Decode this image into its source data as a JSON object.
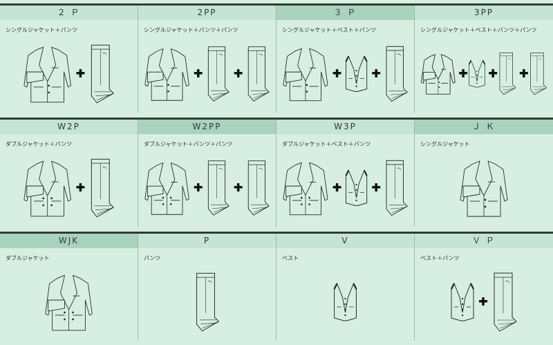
{
  "rows": [
    {
      "cells": [
        {
          "code": "２ Ｐ",
          "desc": "シングルジャケット＋パンツ",
          "items": [
            "jacket-single",
            "plus",
            "pants"
          ]
        },
        {
          "code": "2PP",
          "desc": "シングルジャケット＋パンツ＋パンツ",
          "items": [
            "jacket-single",
            "plus",
            "pants",
            "plus",
            "pants"
          ]
        },
        {
          "code": "３ Ｐ",
          "desc": "シングルジャケット＋ベスト＋パンツ",
          "items": [
            "jacket-single",
            "plus",
            "vest",
            "plus",
            "pants"
          ]
        },
        {
          "code": "3PP",
          "desc": "シングルジャケット＋ベスト＋パンツ＋パンツ",
          "items": [
            "jacket-single",
            "plus",
            "vest",
            "plus",
            "pants",
            "plus",
            "pants"
          ]
        }
      ]
    },
    {
      "cells": [
        {
          "code": "W2P",
          "desc": "ダブルジャケット＋パンツ",
          "items": [
            "jacket-double",
            "plus",
            "pants"
          ]
        },
        {
          "code": "W2PP",
          "desc": "ダブルジャケット＋パンツ＋パンツ",
          "items": [
            "jacket-double",
            "plus",
            "pants",
            "plus",
            "pants"
          ]
        },
        {
          "code": "W3P",
          "desc": "ダブルジャケット＋ベスト＋パンツ",
          "items": [
            "jacket-double",
            "plus",
            "vest",
            "plus",
            "pants"
          ]
        },
        {
          "code": "Ｊ Ｋ",
          "desc": "シングルジャケット",
          "items": [
            "jacket-single"
          ]
        }
      ]
    },
    {
      "cells": [
        {
          "code": "WJK",
          "desc": "ダブルジャケット",
          "items": [
            "jacket-double"
          ]
        },
        {
          "code": "P",
          "desc": "パンツ",
          "items": [
            "pants"
          ]
        },
        {
          "code": "V",
          "desc": "ベスト",
          "items": [
            "vest"
          ]
        },
        {
          "code": "Ｖ Ｐ",
          "desc": "ベスト＋パンツ",
          "items": [
            "vest",
            "plus",
            "pants"
          ]
        }
      ]
    }
  ],
  "colors": {
    "background": "#d7efe2",
    "header_light": "#c6e4d3",
    "header_dark": "#a9d3bc",
    "line": "#2f3b34"
  }
}
